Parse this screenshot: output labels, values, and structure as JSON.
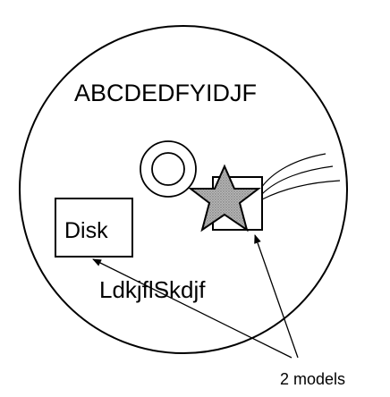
{
  "disc": {
    "title_text": "ABCDEDFYIDJF",
    "box_label": "Disk",
    "lower_text": "LdkjflSkdjf"
  },
  "callout": {
    "label": "2 models"
  },
  "colors": {
    "stroke": "#000000",
    "star_fill": "#a9a9a9",
    "background": "#ffffff"
  }
}
